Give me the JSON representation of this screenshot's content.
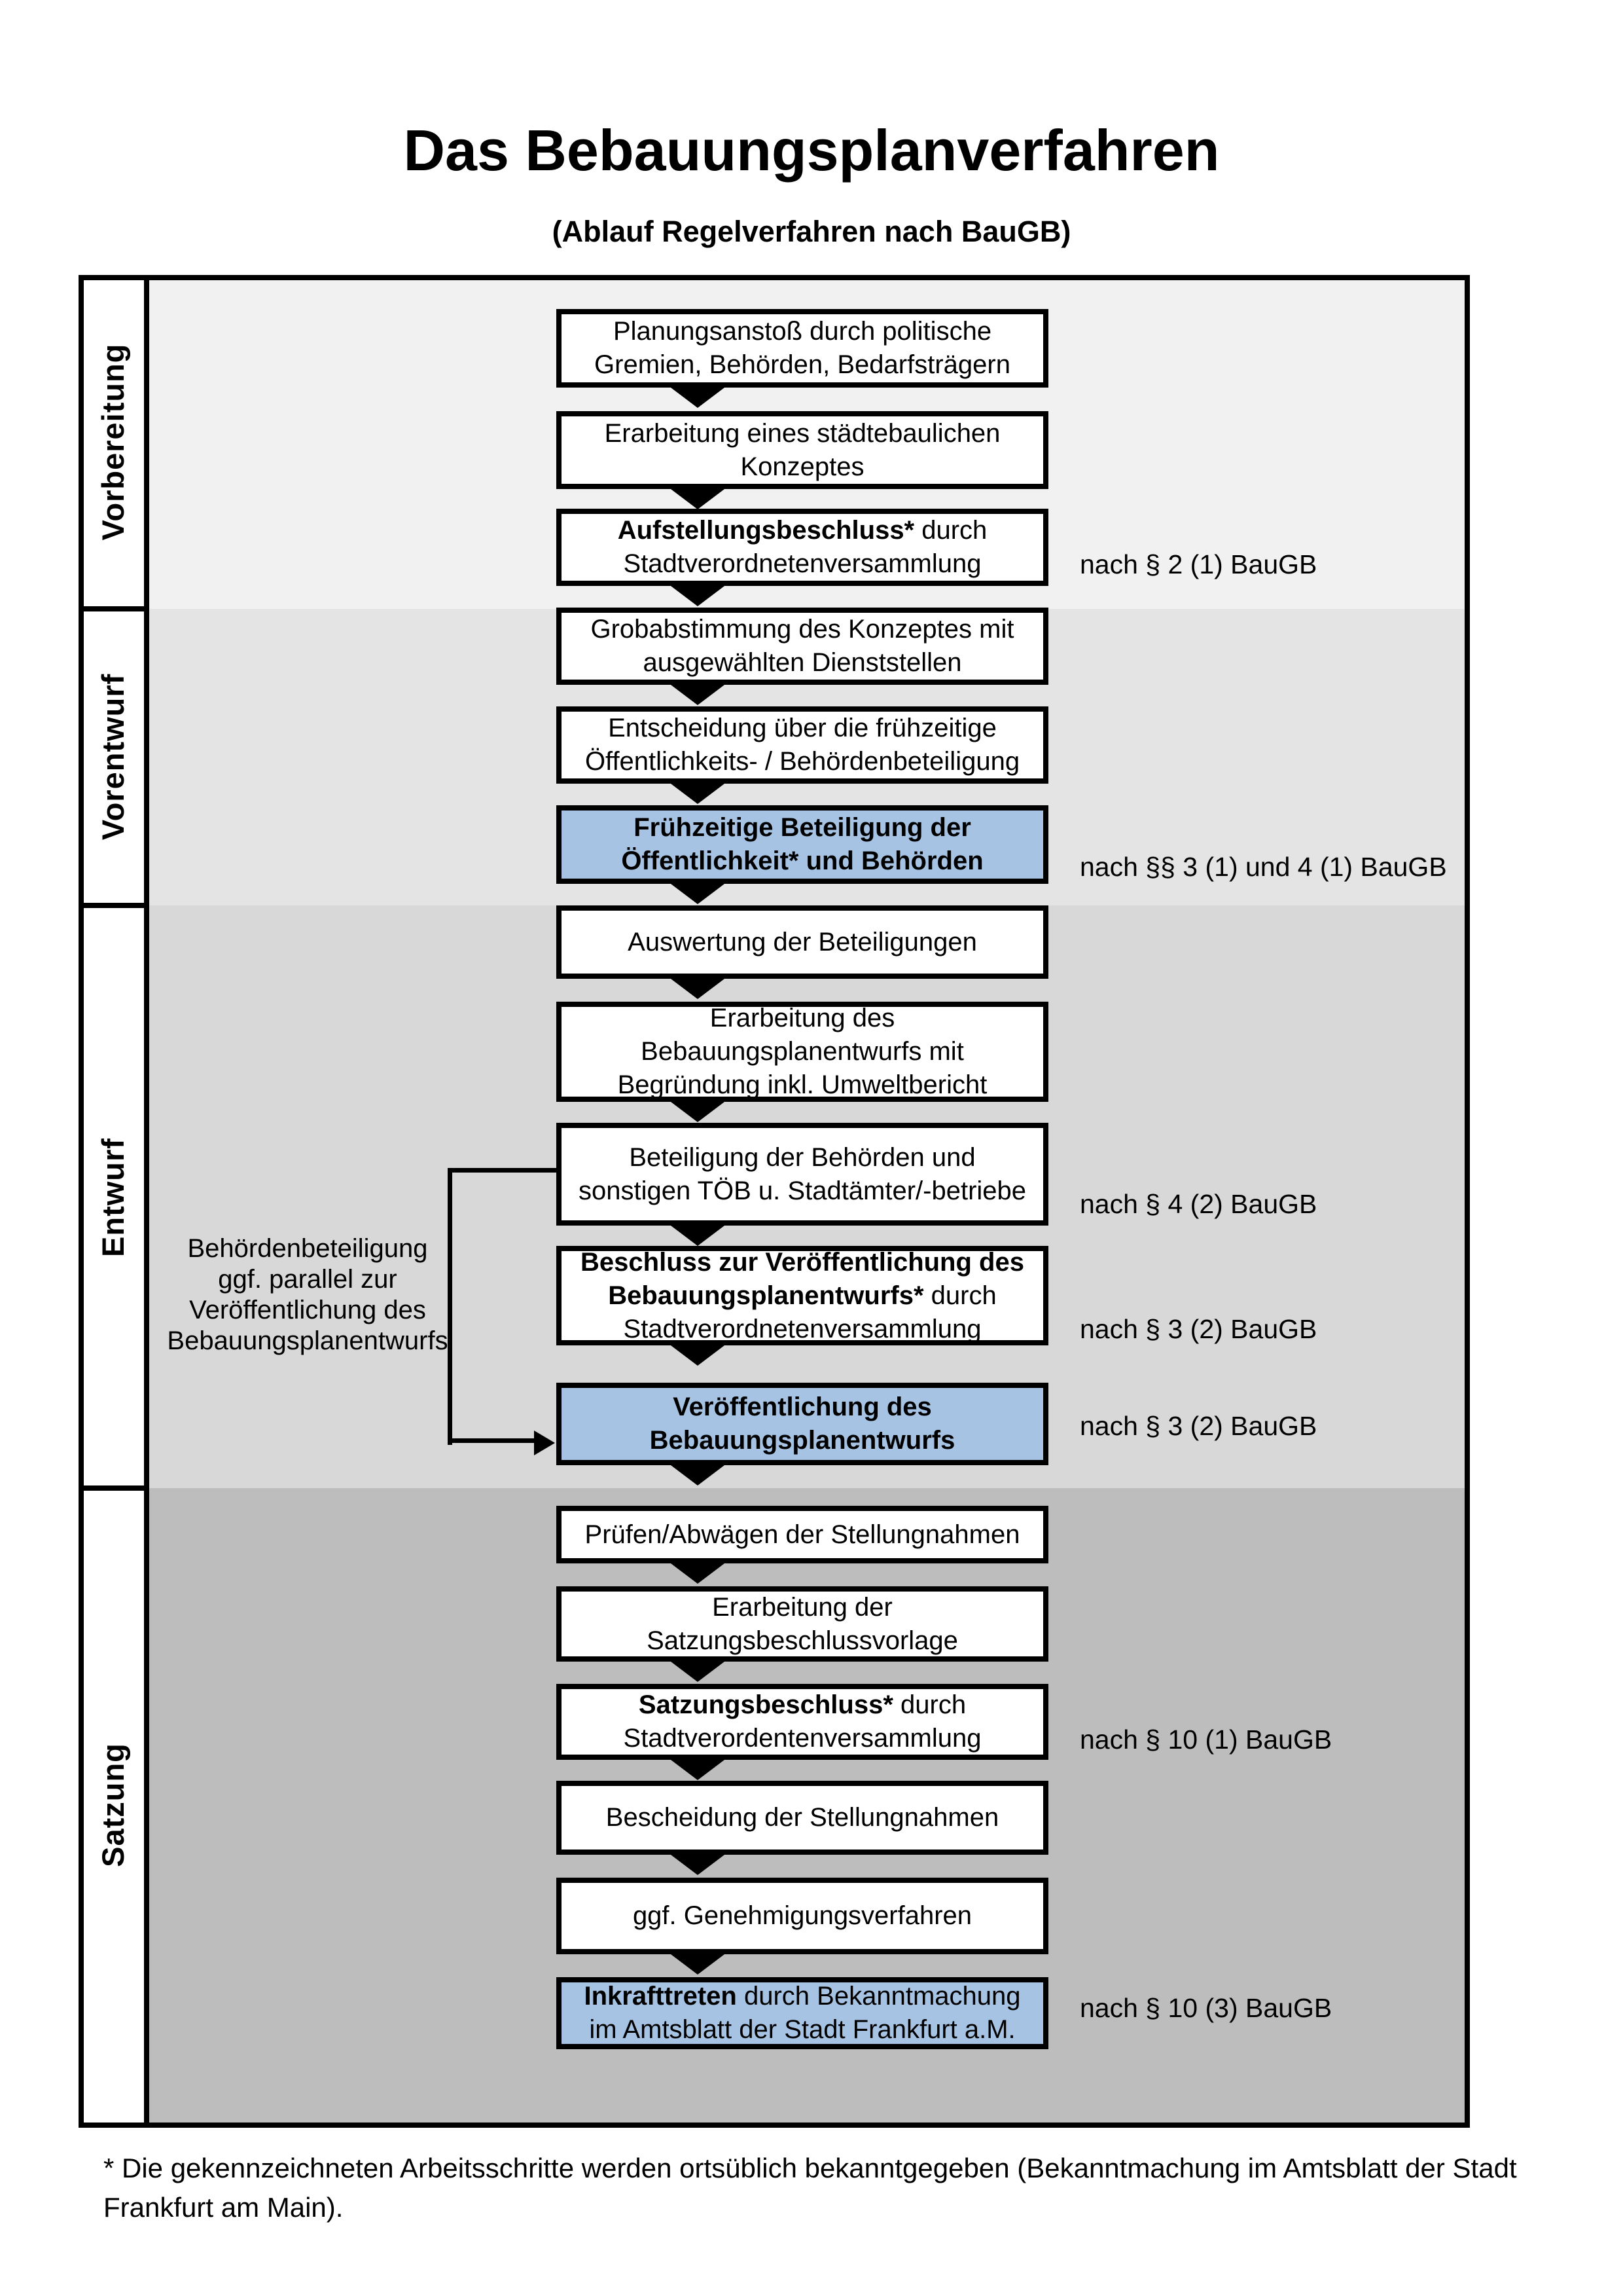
{
  "title": "Das Bebauungsplanverfahren",
  "subtitle": "(Ablauf Regelverfahren nach BauGB)",
  "phases": [
    {
      "label": "Vorbereitung"
    },
    {
      "label": "Vorentwurf"
    },
    {
      "label": "Entwurf"
    },
    {
      "label": "Satzung"
    }
  ],
  "steps": [
    {
      "highlight": false,
      "lines": [
        [
          {
            "t": "Planungsanstoß durch politische",
            "b": false
          }
        ],
        [
          {
            "t": "Gremien, Behörden, Bedarfsträgern",
            "b": false
          }
        ]
      ]
    },
    {
      "highlight": false,
      "lines": [
        [
          {
            "t": "Erarbeitung eines städtebaulichen",
            "b": false
          }
        ],
        [
          {
            "t": "Konzeptes",
            "b": false
          }
        ]
      ]
    },
    {
      "highlight": false,
      "lines": [
        [
          {
            "t": "Aufstellungsbeschluss*",
            "b": true
          },
          {
            "t": " durch",
            "b": false
          }
        ],
        [
          {
            "t": "Stadtverordnetenversammlung",
            "b": false
          }
        ]
      ]
    },
    {
      "highlight": false,
      "lines": [
        [
          {
            "t": "Grobabstimmung des Konzeptes mit",
            "b": false
          }
        ],
        [
          {
            "t": "ausgewählten Dienststellen",
            "b": false
          }
        ]
      ]
    },
    {
      "highlight": false,
      "lines": [
        [
          {
            "t": "Entscheidung über die frühzeitige",
            "b": false
          }
        ],
        [
          {
            "t": "Öffentlichkeits- / Behördenbeteiligung",
            "b": false
          }
        ]
      ]
    },
    {
      "highlight": true,
      "lines": [
        [
          {
            "t": "Frühzeitige Beteiligung der",
            "b": true
          }
        ],
        [
          {
            "t": "Öffentlichkeit* und Behörden",
            "b": true
          }
        ]
      ]
    },
    {
      "highlight": false,
      "lines": [
        [
          {
            "t": "Auswertung der Beteiligungen",
            "b": false
          }
        ]
      ]
    },
    {
      "highlight": false,
      "lines": [
        [
          {
            "t": "Erarbeitung des",
            "b": false
          }
        ],
        [
          {
            "t": "Bebauungsplanentwurfs mit",
            "b": false
          }
        ],
        [
          {
            "t": "Begründung inkl. Umweltbericht",
            "b": false
          }
        ]
      ]
    },
    {
      "highlight": false,
      "lines": [
        [
          {
            "t": "Beteiligung der Behörden und",
            "b": false
          }
        ],
        [
          {
            "t": "sonstigen TÖB u. Stadtämter/-betriebe",
            "b": false
          }
        ]
      ]
    },
    {
      "highlight": false,
      "lines": [
        [
          {
            "t": "Beschluss zur Veröffentlichung des",
            "b": true
          }
        ],
        [
          {
            "t": "Bebauungsplanentwurfs*",
            "b": true
          },
          {
            "t": " durch",
            "b": false
          }
        ],
        [
          {
            "t": "Stadtverordnetenversammlung",
            "b": false
          }
        ]
      ]
    },
    {
      "highlight": true,
      "lines": [
        [
          {
            "t": "Veröffentlichung des",
            "b": true
          }
        ],
        [
          {
            "t": "Bebauungsplanentwurfs",
            "b": true
          }
        ]
      ]
    },
    {
      "highlight": false,
      "lines": [
        [
          {
            "t": "Prüfen/Abwägen der Stellungnahmen",
            "b": false
          }
        ]
      ]
    },
    {
      "highlight": false,
      "lines": [
        [
          {
            "t": "Erarbeitung der",
            "b": false
          }
        ],
        [
          {
            "t": "Satzungsbeschlussvorlage",
            "b": false
          }
        ]
      ]
    },
    {
      "highlight": false,
      "lines": [
        [
          {
            "t": "Satzungsbeschluss*",
            "b": true
          },
          {
            "t": " durch",
            "b": false
          }
        ],
        [
          {
            "t": "Stadtverordentenversammlung",
            "b": false
          }
        ]
      ]
    },
    {
      "highlight": false,
      "lines": [
        [
          {
            "t": "Bescheidung der Stellungnahmen",
            "b": false
          }
        ]
      ]
    },
    {
      "highlight": false,
      "lines": [
        [
          {
            "t": "ggf. Genehmigungsverfahren",
            "b": false
          }
        ]
      ]
    },
    {
      "highlight": true,
      "lines": [
        [
          {
            "t": "Inkrafttreten",
            "b": true
          },
          {
            "t": " durch Bekanntmachung",
            "b": false
          }
        ],
        [
          {
            "t": "im Amtsblatt der Stadt Frankfurt a.M.",
            "b": false
          }
        ]
      ]
    }
  ],
  "legal_refs": [
    {
      "text": "nach § 2 (1) BauGB"
    },
    {
      "text": "nach §§ 3 (1) und 4 (1) BauGB"
    },
    {
      "text": "nach § 4 (2) BauGB"
    },
    {
      "text": "nach § 3 (2) BauGB"
    },
    {
      "text": "nach § 3 (2) BauGB"
    },
    {
      "text": "nach § 10 (1) BauGB"
    },
    {
      "text": "nach § 10 (3) BauGB"
    }
  ],
  "side_note": {
    "lines": [
      "Behördenbeteiligung",
      "ggf. parallel zur",
      "Veröffentlichung des",
      "Bebauungsplanentwurfs"
    ]
  },
  "footnote": {
    "lines": [
      "* Die gekennzeichneten Arbeitsschritte werden ortsüblich bekanntgegeben (Bekanntmachung im Amtsblatt  der Stadt",
      "Frankfurt am Main)."
    ]
  },
  "colors": {
    "highlight_box": "#a6c3e3",
    "band_vorbereitung": "#f1f1f1",
    "band_vorentwurf": "#e4e4e4",
    "band_entwurf": "#d8d8d8",
    "band_satzung": "#bdbdbd"
  }
}
